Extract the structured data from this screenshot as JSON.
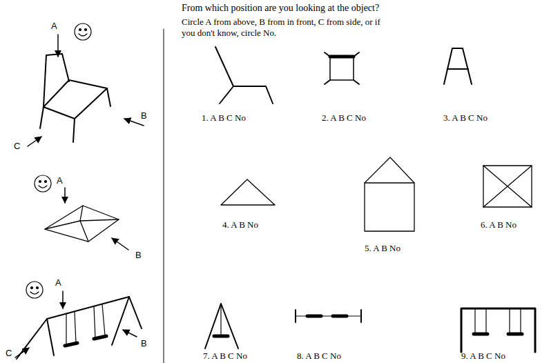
{
  "diagram": {
    "title": "From which position are you looking at the object?",
    "labels": [
      "Circle A from above, B from in front, C from side, or if you don't know, circle No.",
      "A",
      "C",
      "B",
      "A",
      "B",
      "A",
      "C",
      "B",
      "1. A B C No",
      "2. A B C No",
      "3. A B C No",
      "4. A B No",
      "5. A B No",
      "6. A B No",
      "7. A B C No",
      "8. A B C No",
      "9. A B C No"
    ]
  }
}
